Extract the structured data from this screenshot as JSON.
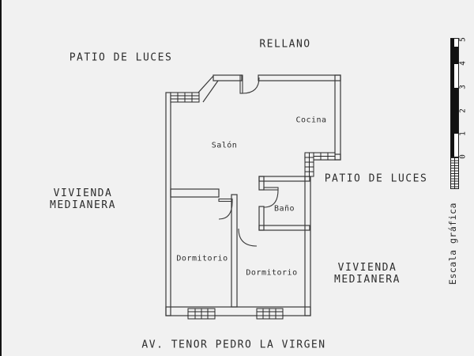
{
  "plan": {
    "rooms": {
      "cocina": "Cocina",
      "salon": "Salón",
      "bano": "Baño",
      "dormitorio1": "Dormitorio",
      "dormitorio2": "Dormitorio"
    },
    "surroundings": {
      "rellano": "RELLANO",
      "patio_top": "PATIO DE LUCES",
      "patio_right": "PATIO DE LUCES",
      "vivienda_left_line1": "VIVIENDA",
      "vivienda_left_line2": "MEDIANERA",
      "vivienda_right_line1": "VIVIENDA",
      "vivienda_right_line2": "MEDIANERA",
      "street": "AV. TENOR PEDRO LA VIRGEN"
    }
  },
  "scale_bar": {
    "caption": "Escala gráfica",
    "ticks_top_to_bottom": [
      "5",
      "4",
      "3",
      "2",
      "1",
      "0"
    ]
  },
  "colors": {
    "background": "#f1f1f1",
    "wall_line": "#3a3a3a",
    "window_line": "#262626",
    "text": "#2d2d2d",
    "scale_black": "#111111"
  }
}
